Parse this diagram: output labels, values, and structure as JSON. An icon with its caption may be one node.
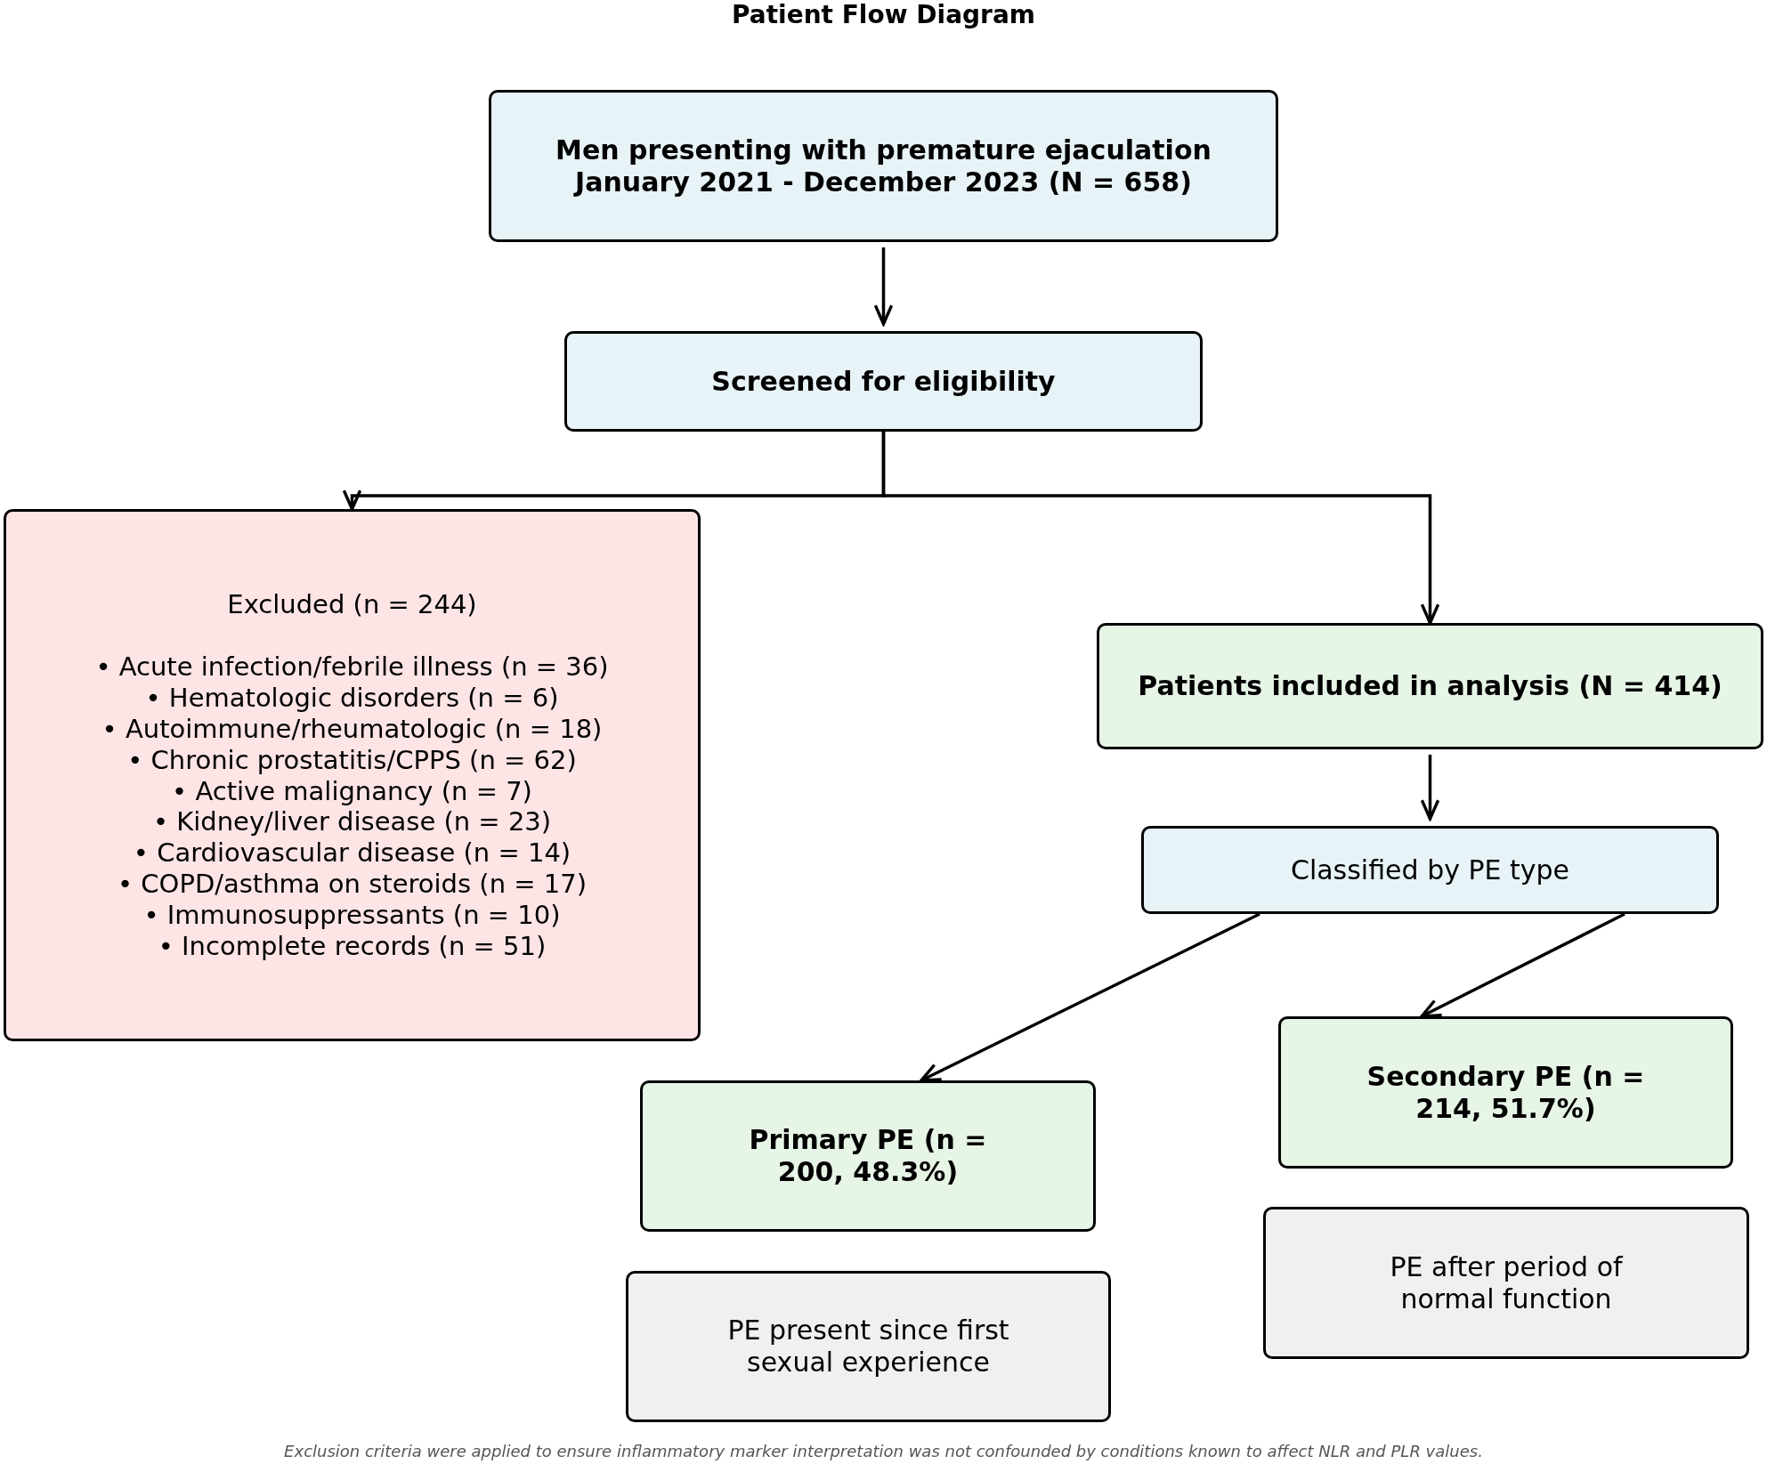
{
  "diagram": {
    "title": "Patient Flow Diagram",
    "nodes": [
      {
        "text": [
          "Men presenting with premature ejaculation January 2021 - December 2023  (N = 658)"
        ]
      },
      {
        "text": [
          "Screened for eligibility"
        ]
      },
      {
        "text": [
          "Excluded (n = 244)",
          "• Acute infection/febrile illness (n = 36)",
          "• Hematologic disorders (n = 6)",
          "• Autoimmune/rheumatologic (n = 18)",
          "• Chronic prostatitis/CPPS (n = 62)",
          "• Active malignancy (n = 7)",
          "• Kidney/liver disease (n = 23)",
          "• Cardiovascular disease (n = 14)",
          "• COPD/asthma on steroids (n = 17)",
          "• Immunosuppressants (n = 10)",
          "• Incomplete records (n = 51)"
        ]
      },
      {
        "text": [
          "Patients included in analysis (N = 414)"
        ]
      },
      {
        "text": [
          "Classified by PE type"
        ]
      },
      {
        "text": [
          "Primary PE (n = 200, 48.3%)"
        ]
      },
      {
        "text": [
          "Secondary PE (n = 214, 51.7%)"
        ]
      },
      {
        "text": [
          "PE present since first sexual experience"
        ]
      },
      {
        "text": [
          "PE after period of normal function"
        ]
      }
    ],
    "edges": [
      {
        "from": 0,
        "to": 1,
        "arrow": "to"
      },
      {
        "from": 1,
        "to": 2,
        "arrow": "to"
      },
      {
        "from": 1,
        "to": 3,
        "arrow": "to"
      },
      {
        "from": 3,
        "to": 4,
        "arrow": "to"
      },
      {
        "from": 4,
        "to": 5,
        "arrow": "to"
      },
      {
        "from": 4,
        "to": 6,
        "arrow": "to"
      }
    ],
    "caption": "Exclusion criteria were applied to ensure inflammatory marker interpretation was not confounded by conditions known to affect NLR and PLR values."
  }
}
